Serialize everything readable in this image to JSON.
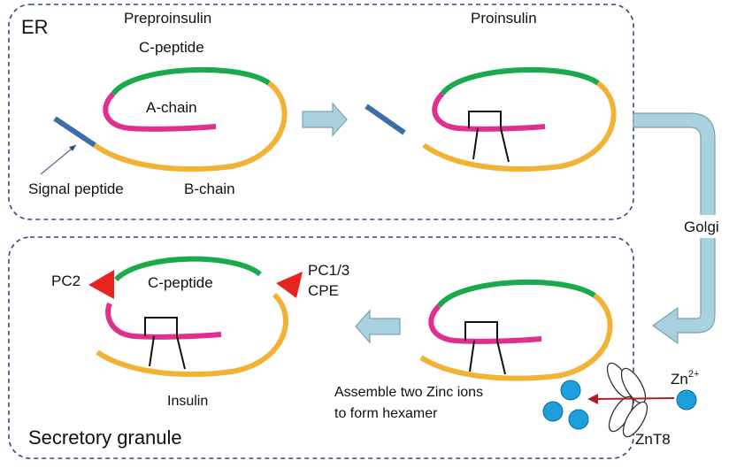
{
  "compartments": {
    "er": "ER",
    "granule": "Secretory granule"
  },
  "labels": {
    "preproinsulin": "Preproinsulin",
    "proinsulin": "Proinsulin",
    "c_peptide_top": "C-peptide",
    "a_chain": "A-chain",
    "b_chain": "B-chain",
    "signal_peptide": "Signal peptide",
    "golgi": "Golgi",
    "pc2": "PC2",
    "pc13": "PC1/3",
    "cpe": "CPE",
    "c_peptide_bottom": "C-peptide",
    "insulin": "Insulin",
    "assemble_line1": "Assemble two Zinc ions",
    "assemble_line2": "to form hexamer",
    "zn": "Zn",
    "zn_charge": "2+",
    "znt8": "ZnT8"
  },
  "colors": {
    "c_peptide": "#1aaa4b",
    "a_chain": "#e0308f",
    "b_chain": "#f2b234",
    "signal_peptide": "#3c6ea8",
    "flow_arrow": "#a9d1de",
    "flow_arrow_stroke": "#7aa2b1",
    "zinc": "#1d9fdc",
    "transport_arrow": "#b01e2a",
    "cleavage": "#e8241f",
    "box_border": "#2f4d78"
  }
}
